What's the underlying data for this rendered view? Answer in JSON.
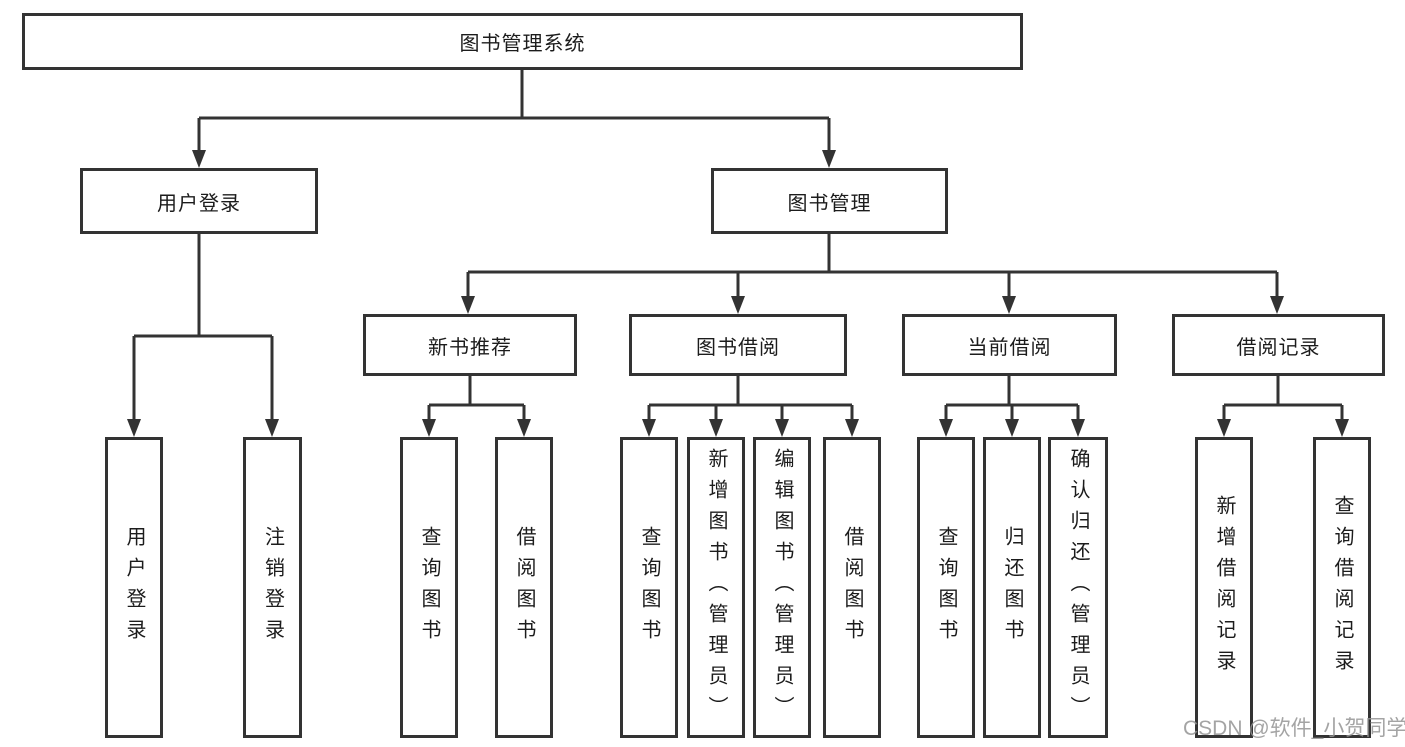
{
  "tree": {
    "root": {
      "label": "图书管理系统",
      "children": [
        {
          "label": "用户登录",
          "children": [
            {
              "label": "用户登录"
            },
            {
              "label": "注销登录"
            }
          ]
        },
        {
          "label": "图书管理",
          "children": [
            {
              "label": "新书推荐",
              "children": [
                {
                  "label": "查询图书"
                },
                {
                  "label": "借阅图书"
                }
              ]
            },
            {
              "label": "图书借阅",
              "children": [
                {
                  "label": "查询图书"
                },
                {
                  "label": "新增图书（管理员）"
                },
                {
                  "label": "编辑图书（管理员）"
                },
                {
                  "label": "借阅图书"
                }
              ]
            },
            {
              "label": "当前借阅",
              "children": [
                {
                  "label": "查询图书"
                },
                {
                  "label": "归还图书"
                },
                {
                  "label": "确认归还（管理员）"
                }
              ]
            },
            {
              "label": "借阅记录",
              "children": [
                {
                  "label": "新增借阅记录"
                },
                {
                  "label": "查询借阅记录"
                }
              ]
            }
          ]
        }
      ]
    }
  },
  "watermark": {
    "text": "CSDN @软件_小贺同学"
  },
  "colors": {
    "line": "#333333",
    "box_border": "#333333",
    "box_background": "#ffffff",
    "text": "#1c1c1c",
    "watermark": "#949494"
  }
}
